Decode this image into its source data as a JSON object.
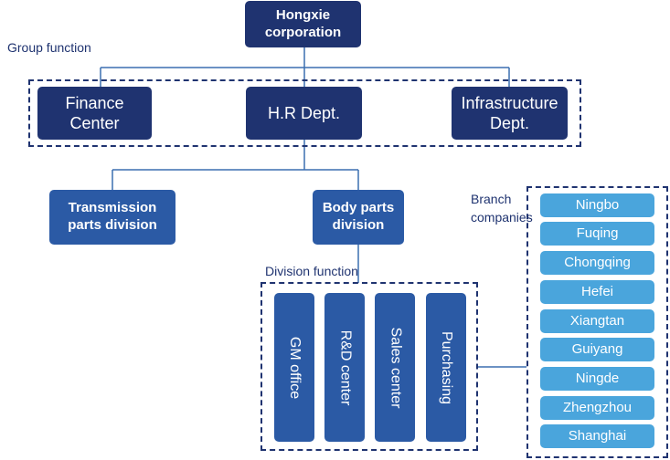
{
  "top": {
    "label": "Hongxie corporation"
  },
  "group_function": {
    "label": "Group function",
    "depts": [
      "Finance Center",
      "H.R Dept.",
      "Infrastructure Dept."
    ]
  },
  "divisions": [
    "Transmission parts division",
    "Body parts division"
  ],
  "division_function": {
    "label": "Division function",
    "items": [
      "GM office",
      "R&D center",
      "Sales center",
      "Purchasing"
    ]
  },
  "branch": {
    "label": "Branch companies",
    "cities": [
      "Ningbo",
      "Fuqing",
      "Chongqing",
      "Hefei",
      "Xiangtan",
      "Guiyang",
      "Ningde",
      "Zhengzhou",
      "Shanghai"
    ]
  },
  "colors": {
    "dark": "#1f3370",
    "mid": "#2b5aa5",
    "light": "#4aa5dc",
    "line": "#3b6fb0"
  }
}
